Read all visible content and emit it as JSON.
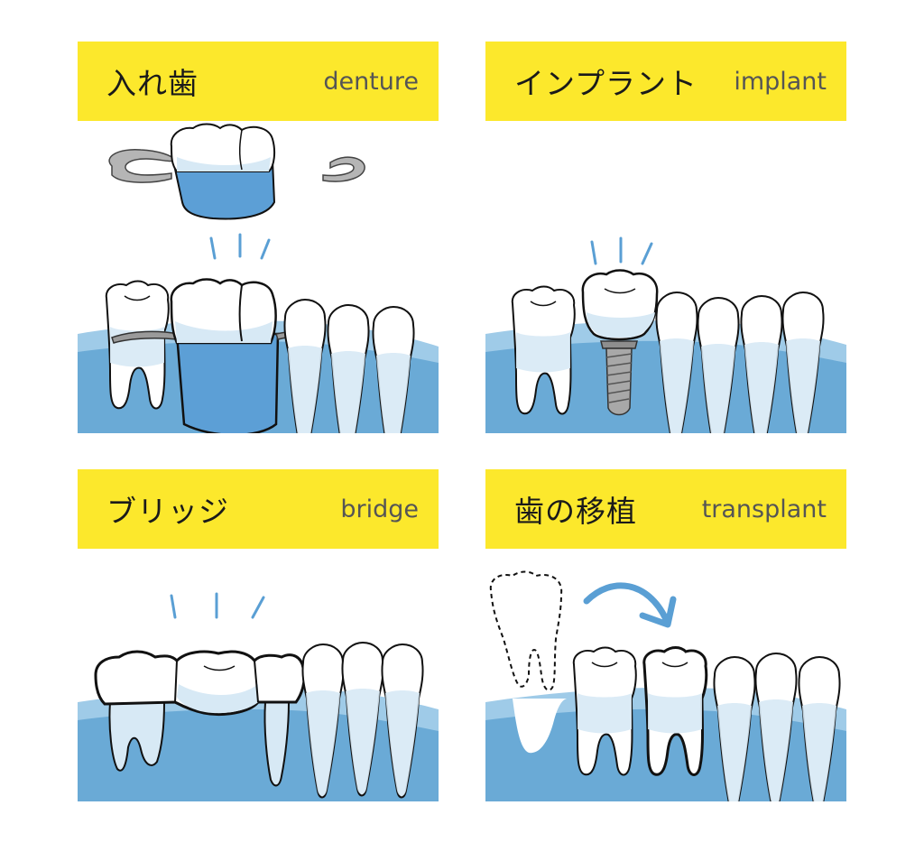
{
  "colors": {
    "banner": "#fce82c",
    "gum_light": "#9fcbe8",
    "gum": "#6aaad6",
    "tooth": "#ffffff",
    "tooth_shade": "#d7e9f5",
    "outline": "#111111",
    "metal": "#9a9a9a",
    "denture_base": "#5c9fd6",
    "spark": "#5a9fd4"
  },
  "panels": {
    "denture": {
      "title_ja": "入れ歯",
      "title_en": "denture"
    },
    "implant": {
      "title_ja": "インプラント",
      "title_en": "implant"
    },
    "bridge": {
      "title_ja": "ブリッジ",
      "title_en": "bridge"
    },
    "transplant": {
      "title_ja": "歯の移植",
      "title_en": "transplant"
    }
  },
  "icons": [
    "spark-lines-icon",
    "curved-arrow-icon"
  ]
}
